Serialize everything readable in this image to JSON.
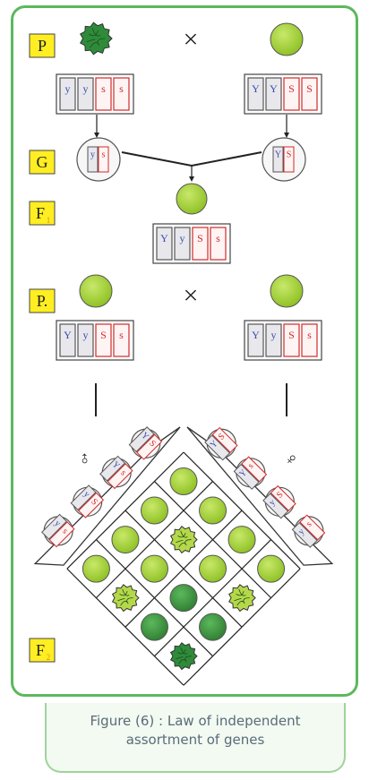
{
  "labels": {
    "p": "P",
    "g": "G",
    "f1": "F",
    "f1_sub": "1",
    "p2": "P.",
    "f2": "F",
    "f2_sub": "2",
    "cross": "×"
  },
  "parents": {
    "wrinkled_green": [
      "y",
      "y",
      "s",
      "s"
    ],
    "round_yellow": [
      "Y",
      "Y",
      "S",
      "S"
    ]
  },
  "gametes": {
    "left": [
      "y",
      "s"
    ],
    "right": [
      "Y",
      "S"
    ]
  },
  "f1_genotype": [
    "Y",
    "y",
    "S",
    "s"
  ],
  "p2": {
    "left": [
      "Y",
      "y",
      "S",
      "s"
    ],
    "right": [
      "Y",
      "y",
      "S",
      "s"
    ]
  },
  "symbols": {
    "male": "♂",
    "female": "♀"
  },
  "f2_gametes": [
    [
      "Y",
      "S"
    ],
    [
      "Y",
      "s"
    ],
    [
      "y",
      "S"
    ],
    [
      "y",
      "s"
    ]
  ],
  "colors": {
    "frame": "#5cb85c",
    "label_box": "#ffee22",
    "pea_yellow": "#a8d22e",
    "pea_green": "#3f9a3f",
    "wrinkled_green": "#2e8b3a",
    "wrinkled_yellow": "#b5d84a",
    "allele_y": "#3a4db0",
    "allele_s": "#d02a2a"
  },
  "caption": {
    "line1": "Figure (6) : Law of independent",
    "line2": "assortment of genes"
  }
}
